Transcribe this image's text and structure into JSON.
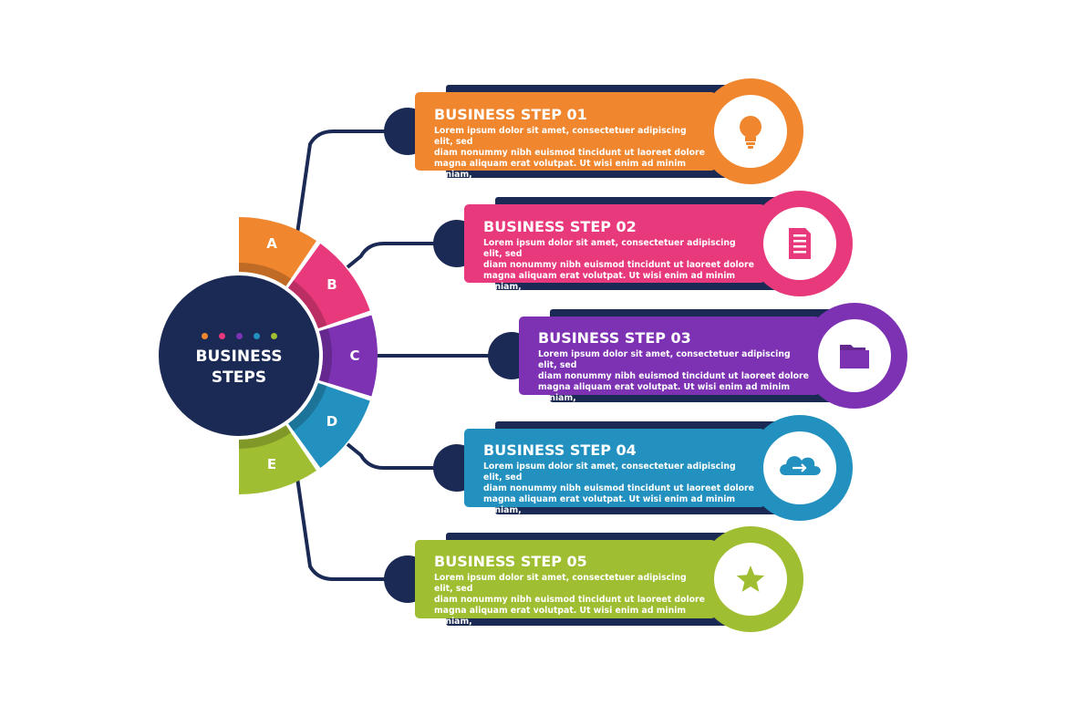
{
  "hub": {
    "title": "BUSINESS\nSTEPS"
  },
  "colors": {
    "navy": "#1b2a55",
    "orange": "#f0862e",
    "pink": "#e8397c",
    "purple": "#7d32b3",
    "blue": "#2391bf",
    "green": "#9fbe31"
  },
  "segments": [
    {
      "letter": "A",
      "color": "#f0862e"
    },
    {
      "letter": "B",
      "color": "#e8397c"
    },
    {
      "letter": "C",
      "color": "#7d32b3"
    },
    {
      "letter": "D",
      "color": "#2391bf"
    },
    {
      "letter": "E",
      "color": "#9fbe31"
    }
  ],
  "steps": [
    {
      "title": "BUSINESS STEP 01",
      "body": "Lorem ipsum dolor sit amet, consectetuer adipiscing elit, sed\ndiam nonummy nibh euismod tincidunt ut laoreet dolore\nmagna aliquam erat volutpat. Ut wisi enim ad minim veniam,",
      "icon": "lightbulb-icon",
      "color": "#f0862e"
    },
    {
      "title": "BUSINESS STEP 02",
      "body": "Lorem ipsum dolor sit amet, consectetuer adipiscing elit, sed\ndiam nonummy nibh euismod tincidunt ut laoreet dolore\nmagna aliquam erat volutpat. Ut wisi enim ad minim veniam,",
      "icon": "document-icon",
      "color": "#e8397c"
    },
    {
      "title": "BUSINESS STEP 03",
      "body": "Lorem ipsum dolor sit amet, consectetuer adipiscing elit, sed\ndiam nonummy nibh euismod tincidunt ut laoreet dolore\nmagna aliquam erat volutpat. Ut wisi enim ad minim veniam,",
      "icon": "folder-icon",
      "color": "#7d32b3"
    },
    {
      "title": "BUSINESS STEP 04",
      "body": "Lorem ipsum dolor sit amet, consectetuer adipiscing elit, sed\ndiam nonummy nibh euismod tincidunt ut laoreet dolore\nmagna aliquam erat volutpat. Ut wisi enim ad minim veniam,",
      "icon": "cloud-upload-icon",
      "color": "#2391bf"
    },
    {
      "title": "BUSINESS STEP 05",
      "body": "Lorem ipsum dolor sit amet, consectetuer adipiscing elit, sed\ndiam nonummy nibh euismod tincidunt ut laoreet dolore\nmagna aliquam erat volutpat. Ut wisi enim ad minim veniam,",
      "icon": "star-icon",
      "color": "#9fbe31"
    }
  ]
}
